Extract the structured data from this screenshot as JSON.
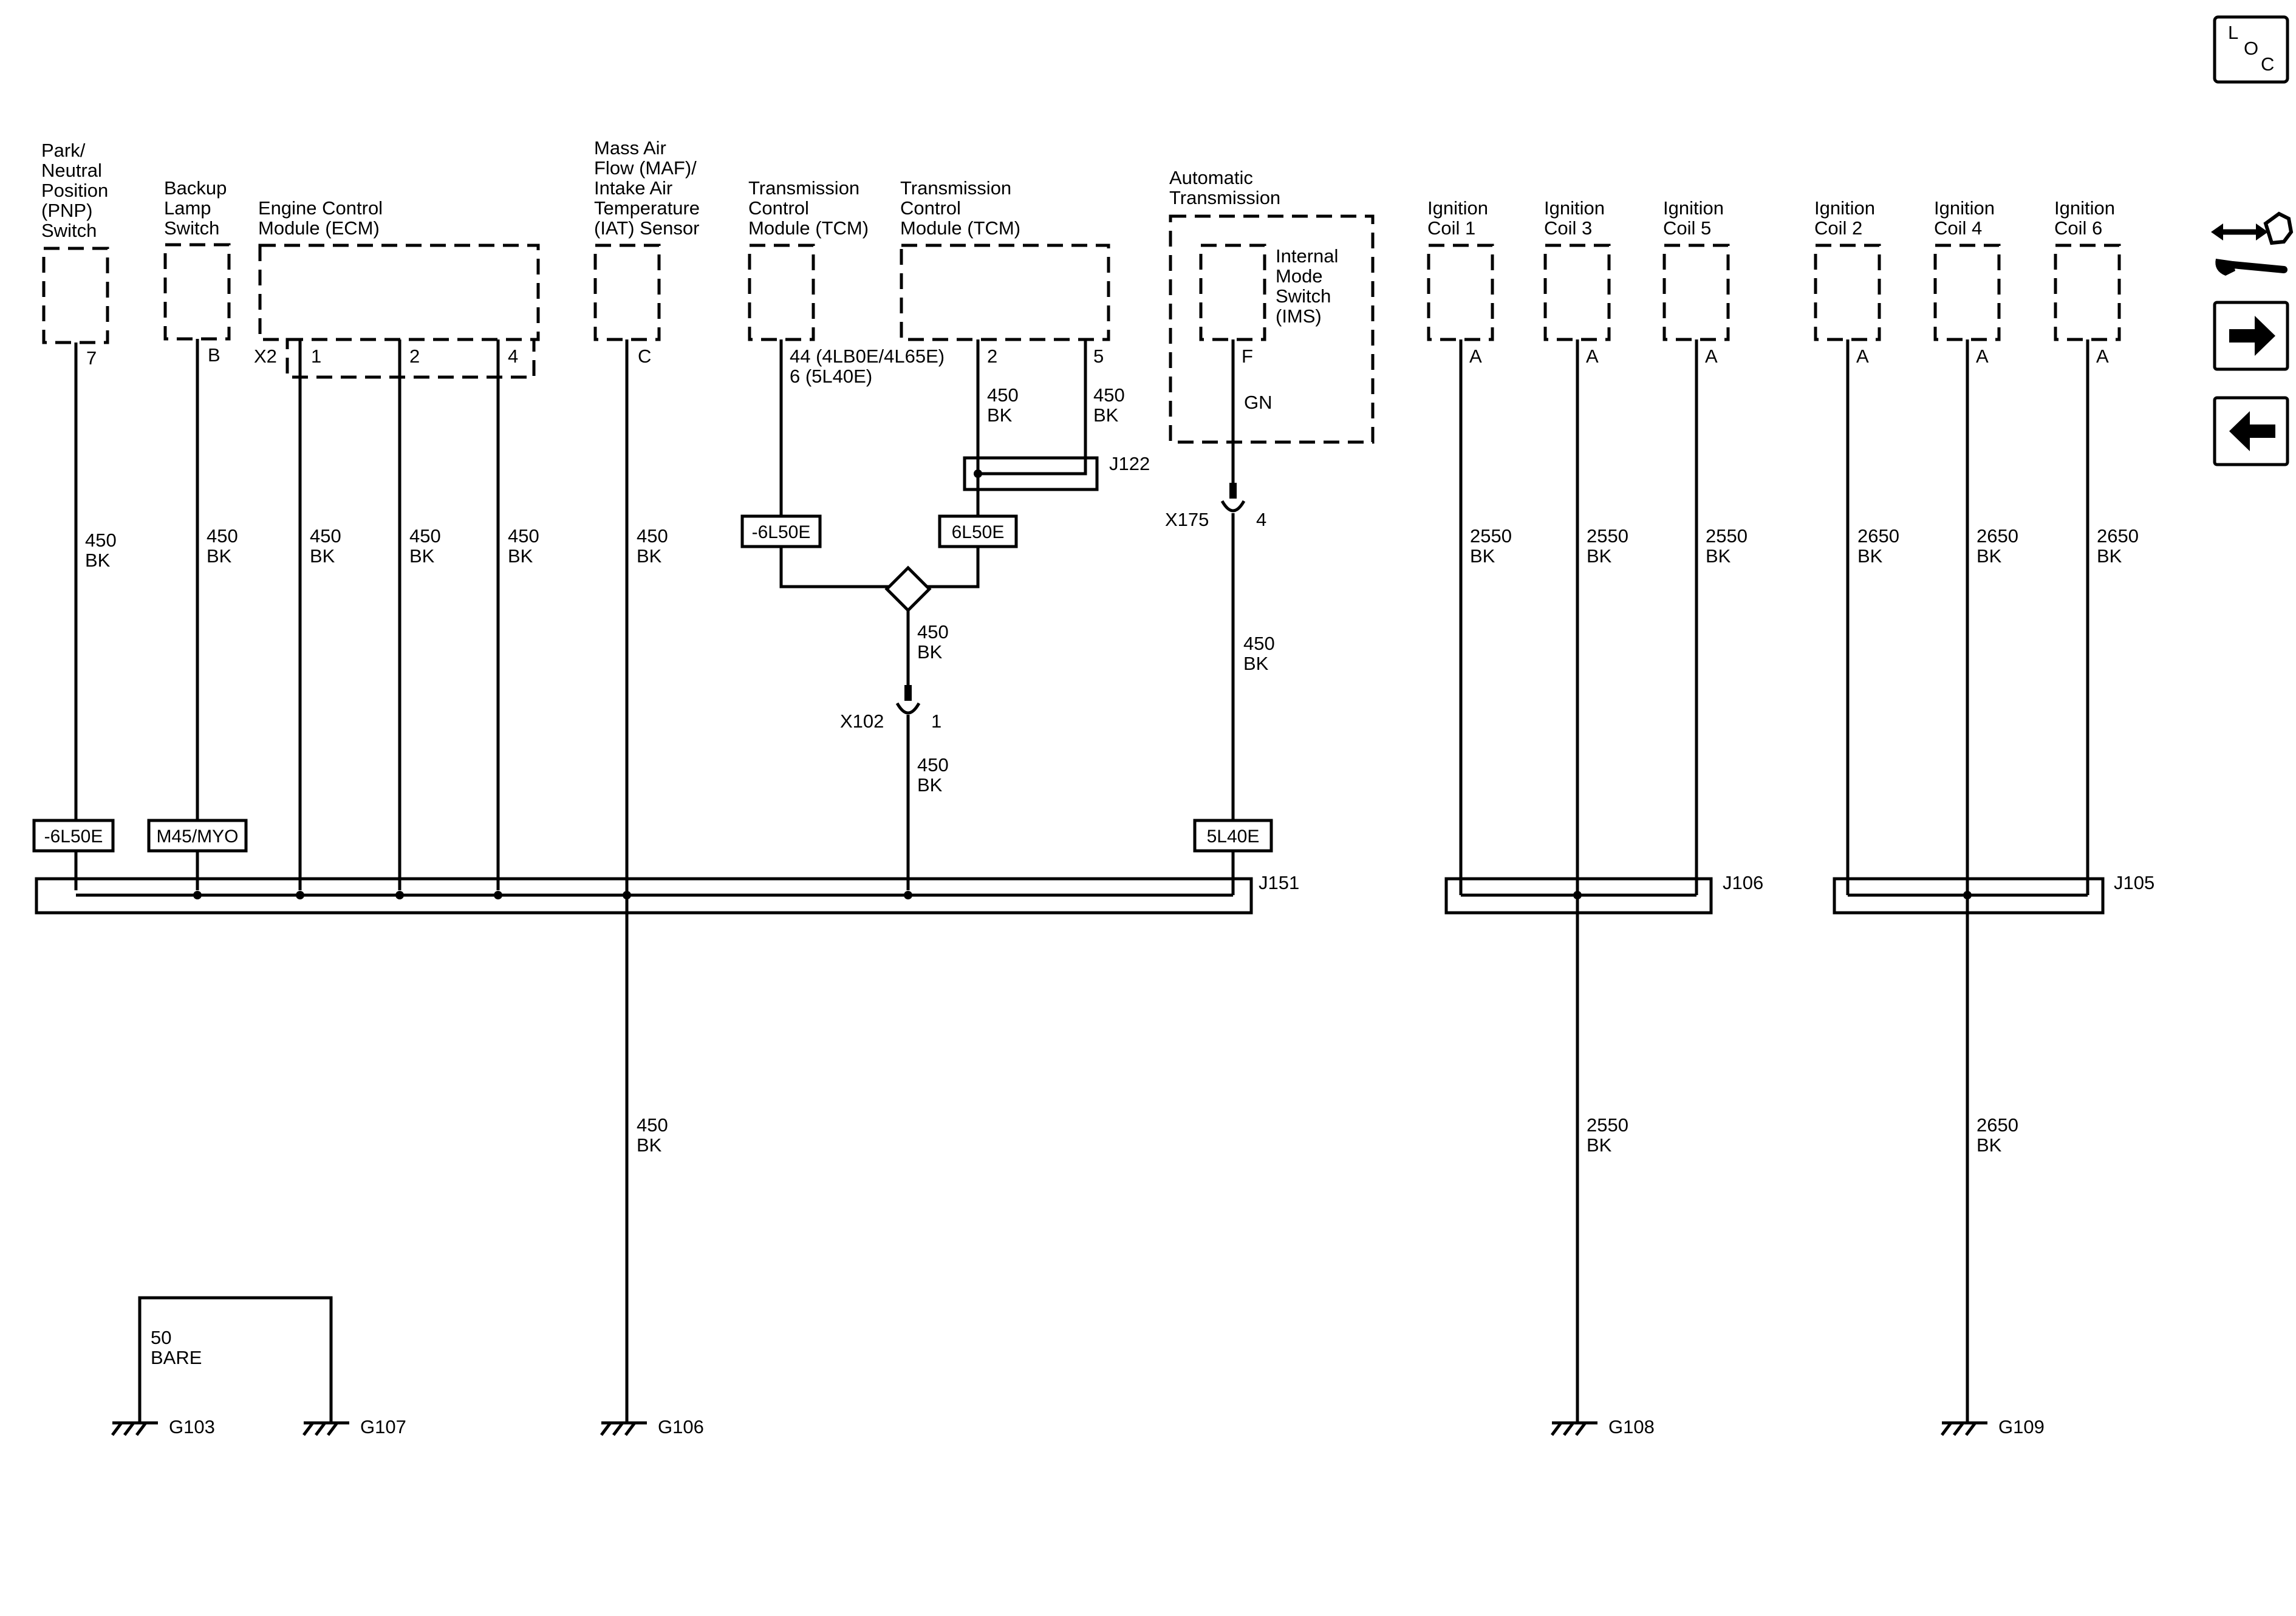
{
  "components": {
    "pnp": [
      "Park/",
      "Neutral",
      "Position",
      "(PNP)",
      "Switch"
    ],
    "backup": [
      "Backup",
      "Lamp",
      "Switch"
    ],
    "ecm": [
      "Engine Control",
      "Module (ECM)"
    ],
    "maf": [
      "Mass Air",
      "Flow (MAF)/",
      "Intake Air",
      "Temperature",
      "(IAT) Sensor"
    ],
    "tcm1": [
      "Transmission",
      "Control",
      "Module (TCM)"
    ],
    "tcm2": [
      "Transmission",
      "Control",
      "Module (TCM)"
    ],
    "auto": [
      "Automatic",
      "Transmission"
    ],
    "ims": [
      "Internal",
      "Mode",
      "Switch",
      "(IMS)"
    ],
    "coil1": [
      "Ignition",
      "Coil 1"
    ],
    "coil3": [
      "Ignition",
      "Coil 3"
    ],
    "coil5": [
      "Ignition",
      "Coil 5"
    ],
    "coil2": [
      "Ignition",
      "Coil 2"
    ],
    "coil4": [
      "Ignition",
      "Coil 4"
    ],
    "coil6": [
      "Ignition",
      "Coil 6"
    ]
  },
  "pins": {
    "pnp": "7",
    "backup": "B",
    "ecm_conn": "X2",
    "ecm1": "1",
    "ecm2": "2",
    "ecm4": "4",
    "maf": "C",
    "tcm1": [
      "44 (4LB0E/4L65E)",
      "6 (5L40E)"
    ],
    "tcm2a": "2",
    "tcm2b": "5",
    "ims": "F",
    "coil": "A"
  },
  "wires": {
    "w450": [
      "450",
      "BK"
    ],
    "w2550": [
      "2550",
      "BK"
    ],
    "w2650": [
      "2650",
      "BK"
    ],
    "wGN": "GN",
    "w50": [
      "50",
      "BARE"
    ]
  },
  "options": {
    "pnp": "-6L50E",
    "backup": "M45/MYO",
    "tcm1": "-6L50E",
    "tcm2": "6L50E",
    "ims": "5L40E"
  },
  "connectors": {
    "x102": "X102",
    "x102_pin": "1",
    "x175": "X175",
    "x175_pin": "4"
  },
  "splices": {
    "j122": "J122",
    "j151": "J151",
    "j106": "J106",
    "j105": "J105"
  },
  "grounds": {
    "g103": "G103",
    "g107": "G107",
    "g106": "G106",
    "g108": "G108",
    "g109": "G109"
  },
  "loc": {
    "letters": [
      "L",
      "O",
      "C"
    ]
  },
  "icons": [
    "loc-icon",
    "connector-wrench-icon",
    "arrow-right-icon",
    "arrow-left-icon"
  ]
}
